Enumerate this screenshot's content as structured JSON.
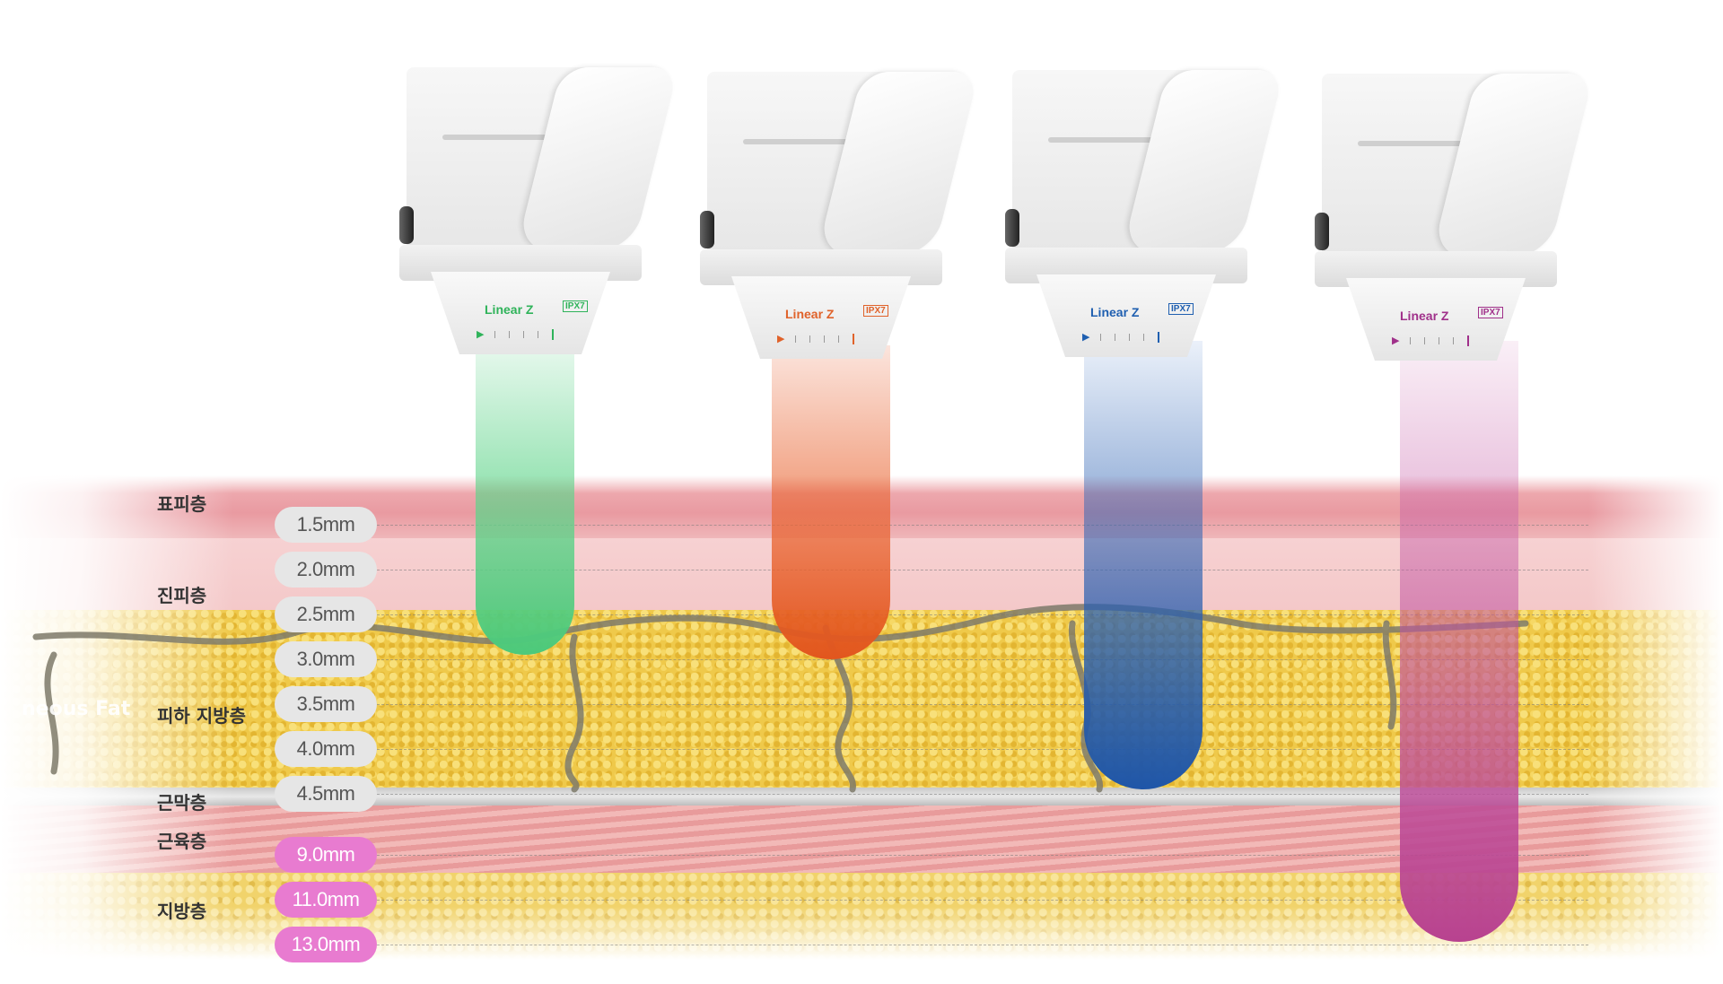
{
  "layers": {
    "epidermis": "표피층",
    "dermis": "진피층",
    "subcutaneous_fat": "피하 지방층",
    "fascia": "근막층",
    "muscle": "근육층",
    "fat": "지방층",
    "ghost_label": "neous Fat"
  },
  "depths_standard": [
    "1.5mm",
    "2.0mm",
    "2.5mm",
    "3.0mm",
    "3.5mm",
    "4.0mm",
    "4.5mm"
  ],
  "depths_deep": [
    "9.0mm",
    "11.0mm",
    "13.0mm"
  ],
  "cartridges": [
    {
      "brand": "Linear Z",
      "rating": "IPX7",
      "color": "#2fb35a",
      "beam_color": "#5fd48a",
      "icon": "green-cartridge-icon"
    },
    {
      "brand": "Linear Z",
      "rating": "IPX7",
      "color": "#e0622a",
      "beam_color": "#e8602a",
      "icon": "orange-cartridge-icon"
    },
    {
      "brand": "Linear Z",
      "rating": "IPX7",
      "color": "#1f5fb0",
      "beam_color": "#2a5fb0",
      "icon": "blue-cartridge-icon"
    },
    {
      "brand": "Linear Z",
      "rating": "IPX7",
      "color": "#a0308a",
      "beam_color": "#c04f9f",
      "icon": "purple-cartridge-icon"
    }
  ],
  "colors": {
    "pill_gray": "#e6e6e6",
    "pill_pink": "#e87bd0"
  }
}
